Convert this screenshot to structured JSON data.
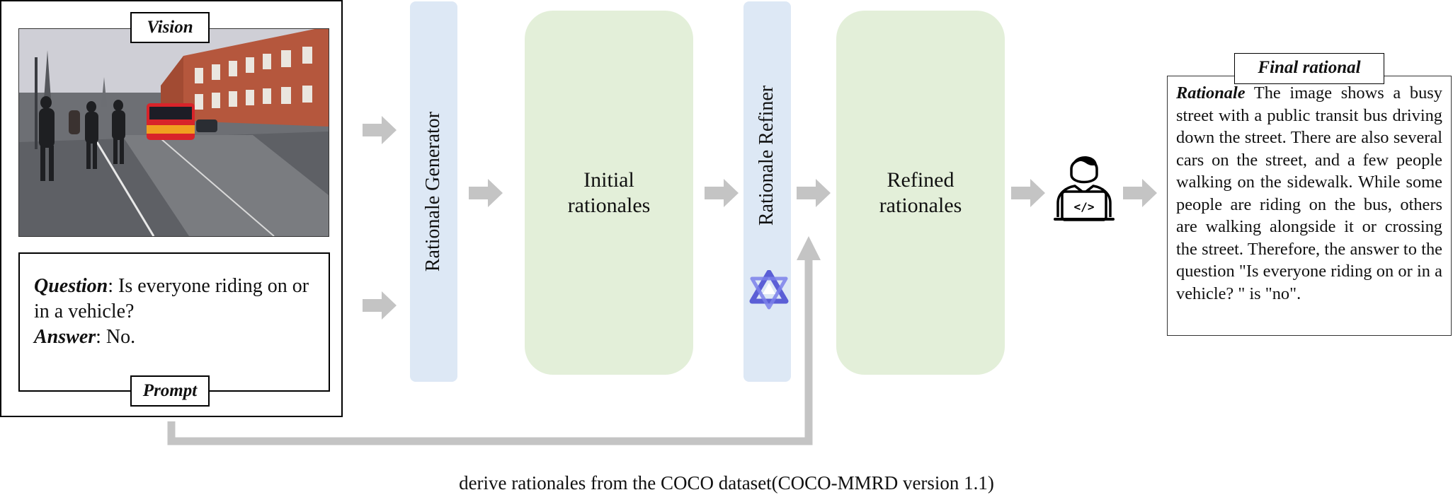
{
  "vision_label": "Vision",
  "prompt_label": "Prompt",
  "prompt": {
    "question_label": "Question",
    "question_text": ": Is everyone riding on or in a vehicle?",
    "answer_label": "Answer",
    "answer_text": ": No."
  },
  "rationale_generator_label": "Rationale Generator",
  "initial_rationales_label": "Initial rationales",
  "rationale_refiner_label": "Rationale Refiner",
  "refined_rationales_label": "Refined rationales",
  "final_rational_label": "Final rational",
  "final_rationale": {
    "label": "Rationale",
    "text": " The image shows a busy street with a public transit bus driving down the street. There are also several cars on the street, and a few people walking on the sidewalk. While some people are riding on the bus, others are walking alongside it or crossing the street. Therefore, the answer to the question \"Is everyone riding on or in a vehicle? \" is \"no\"."
  },
  "caption": "derive rationales from the COCO dataset(COCO-MMRD version 1.1)",
  "icons": [
    "street-photo",
    "qwen-logo-icon",
    "human-annotator-laptop-icon"
  ],
  "colors": {
    "model_bar": "#dde8f5",
    "rationale_block": "#e3efd9",
    "arrow": "#c4c4c4",
    "qwen_logo": "#5b5fd6"
  }
}
